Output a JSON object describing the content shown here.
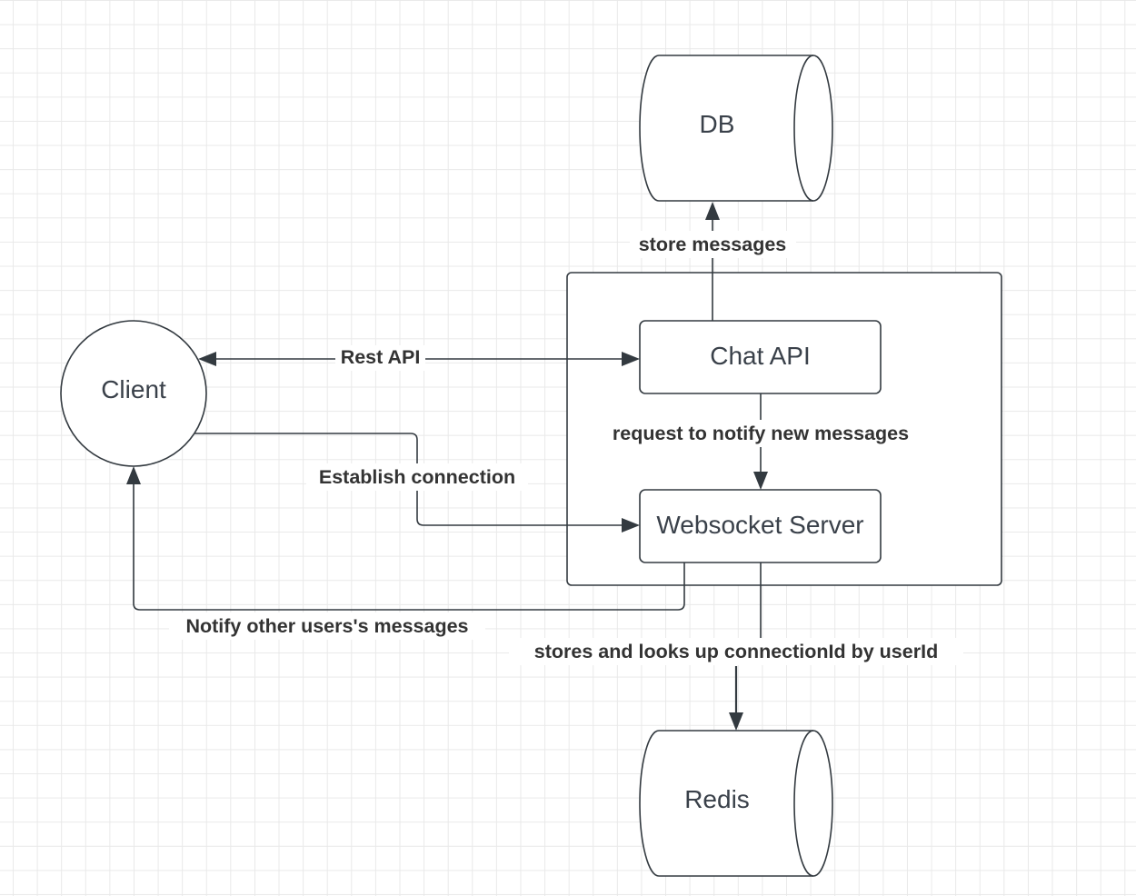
{
  "nodes": {
    "db": "DB",
    "client": "Client",
    "chat_api": "Chat API",
    "websocket_server": "Websocket Server",
    "redis": "Redis"
  },
  "edges": {
    "store_messages": "store messages",
    "rest_api": "Rest API",
    "request_notify": "request to notify new messages",
    "establish_connection": "Establish connection",
    "notify_other_users": "Notify other users's messages",
    "stores_looks_up": "stores  and looks up connectionId by userId"
  },
  "colors": {
    "stroke": "#333a40",
    "text": "#3a414a",
    "grid": "#e9e9e9",
    "background": "#ffffff"
  }
}
